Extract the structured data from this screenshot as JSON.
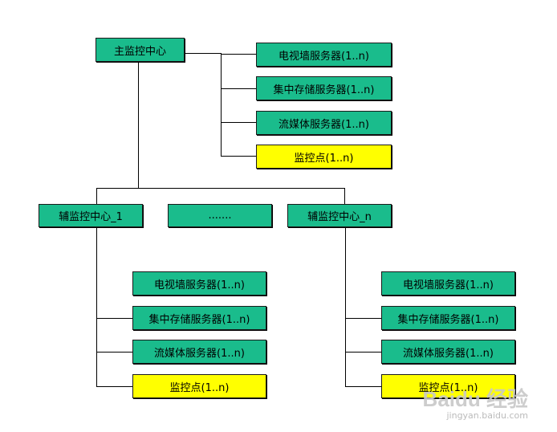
{
  "main": {
    "label": "主监控中心"
  },
  "main_children": [
    {
      "label": "电视墙服务器(1..n)",
      "color": "#1abc8c"
    },
    {
      "label": "集中存储服务器(1..n)",
      "color": "#1abc8c"
    },
    {
      "label": "流媒体服务器(1..n)",
      "color": "#1abc8c"
    },
    {
      "label": "监控点(1..n)",
      "color": "#ffff00"
    }
  ],
  "sub_centers": [
    {
      "label": "辅监控中心_1"
    },
    {
      "label": "......."
    },
    {
      "label": "辅监控中心_n"
    }
  ],
  "sub1_children": [
    {
      "label": "电视墙服务器(1..n)",
      "color": "#1abc8c"
    },
    {
      "label": "集中存储服务器(1..n)",
      "color": "#1abc8c"
    },
    {
      "label": "流媒体服务器(1..n)",
      "color": "#1abc8c"
    },
    {
      "label": "监控点(1..n)",
      "color": "#ffff00"
    }
  ],
  "subn_children": [
    {
      "label": "电视墙服务器(1..n)",
      "color": "#1abc8c"
    },
    {
      "label": "集中存储服务器(1..n)",
      "color": "#1abc8c"
    },
    {
      "label": "流媒体服务器(1..n)",
      "color": "#1abc8c"
    },
    {
      "label": "监控点(1..n)",
      "color": "#ffff00"
    }
  ],
  "watermark": {
    "brand": "Baidu 经验",
    "url": "jingyan.baidu.com"
  }
}
